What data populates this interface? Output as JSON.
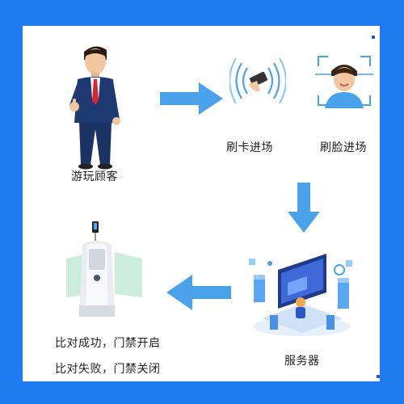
{
  "nodes": {
    "visitor": {
      "label": "游玩顾客"
    },
    "card_entry": {
      "label": "刷卡进场"
    },
    "face_entry": {
      "label": "刷脸进场"
    },
    "server": {
      "label": "服务器"
    },
    "gate": {
      "result_success": "比对成功，门禁开启",
      "result_fail": "比对失败，门禁关闭"
    }
  },
  "colors": {
    "frame": "#1e7cf0",
    "arrow": "#4aa3ea",
    "suit": "#1f3a73",
    "tie": "#d8262e"
  }
}
